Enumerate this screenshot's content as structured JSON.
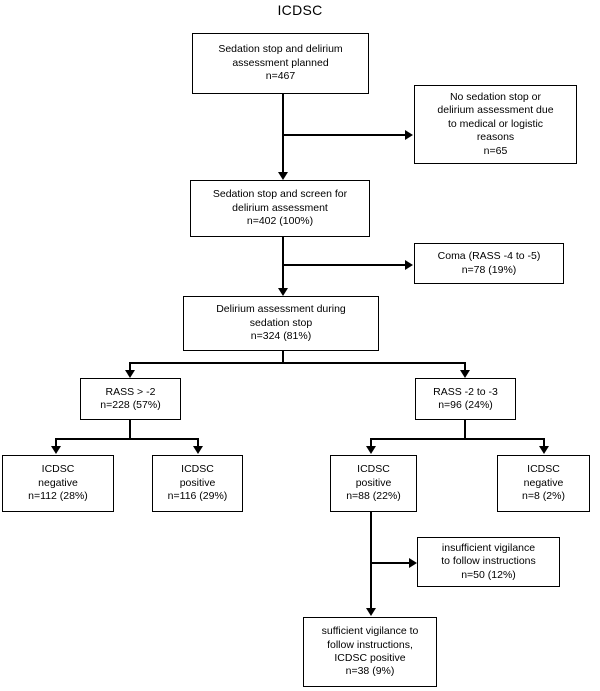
{
  "diagram": {
    "title": "ICDSC",
    "type": "flowchart",
    "nodes": [
      {
        "id": "planned",
        "lines": [
          "Sedation stop and delirium",
          "assessment planned",
          "n=467"
        ]
      },
      {
        "id": "no-sedation-stop",
        "lines": [
          "No sedation stop or",
          "delirium assessment due",
          "to medical or logistic",
          "reasons",
          "n=65"
        ]
      },
      {
        "id": "screen",
        "lines": [
          "Sedation stop and screen for",
          "delirium assessment",
          "n=402 (100%)"
        ]
      },
      {
        "id": "coma",
        "lines": [
          "Coma (RASS -4 to -5)",
          "n=78 (19%)"
        ]
      },
      {
        "id": "delirium-assessment",
        "lines": [
          "Delirium assessment during",
          "sedation stop",
          "n=324 (81%)"
        ]
      },
      {
        "id": "rass-gt-2",
        "lines": [
          "RASS > -2",
          "n=228 (57%)"
        ]
      },
      {
        "id": "rass-2-to-3",
        "lines": [
          "RASS -2 to -3",
          "n=96 (24%)"
        ]
      },
      {
        "id": "icdsc-negative-left",
        "lines": [
          "ICDSC",
          "negative",
          "n=112 (28%)"
        ]
      },
      {
        "id": "icdsc-positive-left",
        "lines": [
          "ICDSC",
          "positive",
          "n=116 (29%)"
        ]
      },
      {
        "id": "icdsc-positive-right",
        "lines": [
          "ICDSC",
          "positive",
          "n=88 (22%)"
        ]
      },
      {
        "id": "icdsc-negative-right",
        "lines": [
          "ICDSC",
          "negative",
          "n=8 (2%)"
        ]
      },
      {
        "id": "insufficient-vigilance",
        "lines": [
          "insufficient vigilance",
          "to follow instructions",
          "n=50 (12%)"
        ]
      },
      {
        "id": "sufficient-vigilance",
        "lines": [
          "sufficient vigilance to",
          "follow instructions,",
          "ICDSC positive",
          "n=38 (9%)"
        ]
      }
    ],
    "colors": {
      "stroke": "#000000",
      "background": "#ffffff",
      "text": "#000000"
    }
  }
}
